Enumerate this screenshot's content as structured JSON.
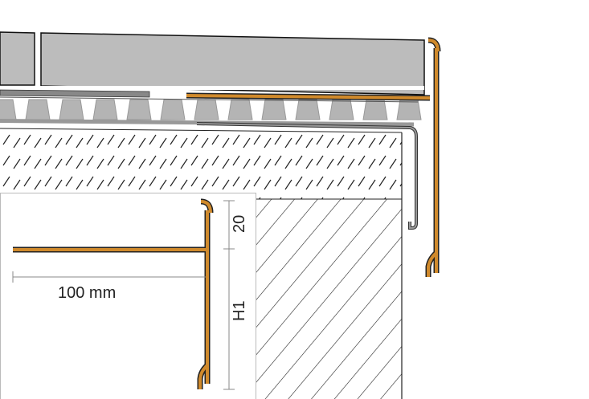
{
  "diagram": {
    "dimensions": {
      "top_height": "20",
      "leg_length": "100 mm",
      "height": "H1"
    },
    "colors": {
      "profile": "#d08a2c",
      "tile": "#bcbcbc",
      "membrane": "#8a8a8a",
      "line": "#222222"
    }
  }
}
